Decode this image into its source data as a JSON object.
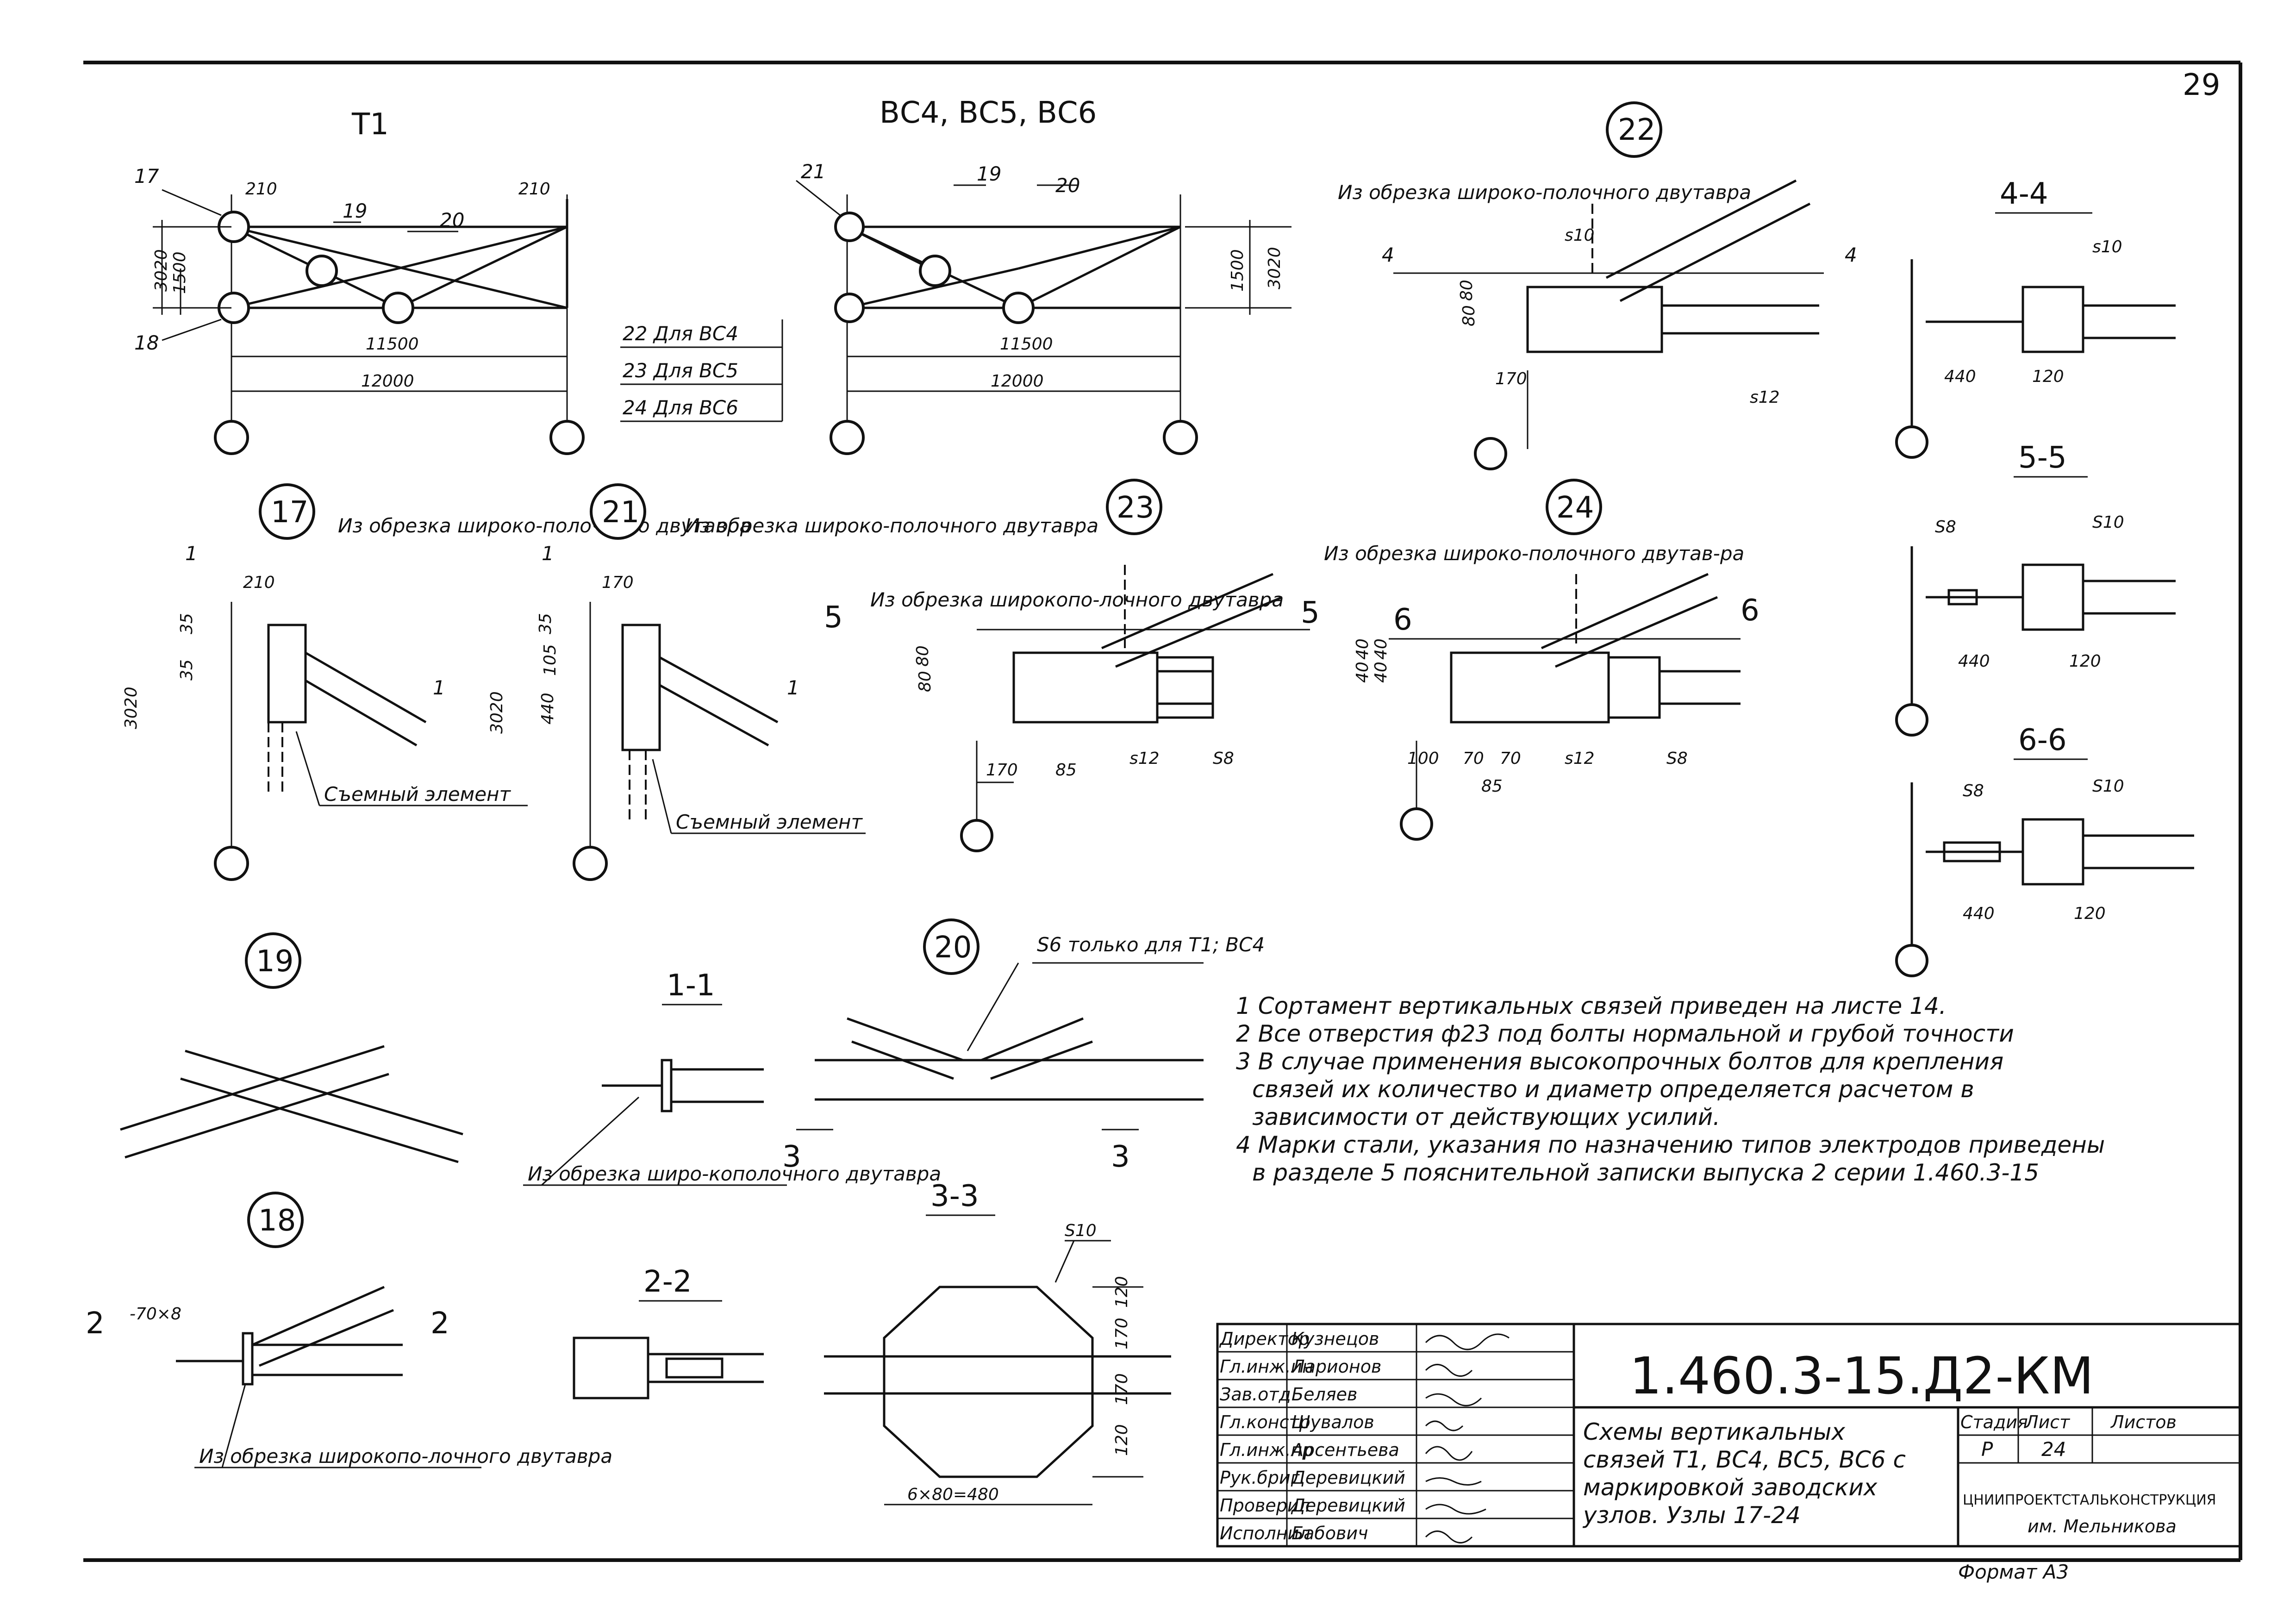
{
  "sheet_corner_number": "29",
  "schemes": {
    "t1": {
      "title": "Т1",
      "callouts": [
        "17",
        "18",
        "19",
        "20"
      ],
      "dims": {
        "left_top": "210",
        "right_top": "210",
        "height": "3020",
        "half": "1500",
        "inner": "11500",
        "total": "12000"
      }
    },
    "vc": {
      "title": "ВС4, ВС5, ВС6",
      "callouts": [
        "21",
        "19",
        "20"
      ],
      "dims": {
        "height": "3020",
        "half": "1500",
        "inner": "11500",
        "total": "12000"
      },
      "legend": [
        "22 Для ВС4",
        "23 Для ВС5",
        "24 Для ВС6"
      ]
    }
  },
  "nodes": {
    "n22": {
      "num": "22",
      "label": "Из обрезка широко-полочного двутавра",
      "dims": [
        "s10",
        "80",
        "80",
        "170"
      ],
      "sec": "4",
      "weld": "s12"
    },
    "n17": {
      "num": "17",
      "label": "Из обрезка широко-полочного двутавра",
      "dims": [
        "210",
        "35",
        "35",
        "3020"
      ],
      "sec": "1",
      "removable": "Съемный элемент"
    },
    "n21": {
      "num": "21",
      "label": "Из обрезка широко-полочного двутавра",
      "dims": [
        "170",
        "35",
        "105",
        "440",
        "3020"
      ],
      "sec": "1",
      "removable": "Съемный элемент"
    },
    "n23": {
      "num": "23",
      "label": "Из обрезка широкопо-лочного двутавра",
      "dims": [
        "80",
        "80",
        "170",
        "85"
      ],
      "sec": "5",
      "welds": [
        "s12",
        "S8"
      ]
    },
    "n24": {
      "num": "24",
      "label": "Из обрезка широко-полочного двутав-ра",
      "dims": [
        "40",
        "40",
        "40",
        "40",
        "100",
        "70",
        "70",
        "85"
      ],
      "sec": "6",
      "welds": [
        "s12",
        "S8"
      ]
    },
    "n19": {
      "num": "19"
    },
    "n20": {
      "num": "20",
      "label": "S6 только для Т1; ВС4",
      "sec": "3"
    },
    "n18": {
      "num": "18",
      "label": "Из обрезка широкопо-лочного двутавра",
      "plate": "-70×8",
      "sec": "2"
    }
  },
  "sections": {
    "s44": {
      "title": "4-4",
      "weld": "s10",
      "dims": [
        "440",
        "120"
      ]
    },
    "s55": {
      "title": "5-5",
      "welds": [
        "S8",
        "S10"
      ],
      "dims": [
        "440",
        "120"
      ]
    },
    "s66": {
      "title": "6-6",
      "welds": [
        "S8",
        "S10"
      ],
      "dims": [
        "440",
        "120"
      ]
    },
    "s11": {
      "title": "1-1",
      "label": "Из обрезка широ-кополочного двутавра"
    },
    "s22": {
      "title": "2-2"
    },
    "s33": {
      "title": "3-3",
      "weld": "S10",
      "dims": [
        "120",
        "170",
        "170",
        "120"
      ],
      "bottom": "6×80=480"
    }
  },
  "notes": [
    "1 Сортамент вертикальных связей приведен на листе 14.",
    "2 Все отверстия ф23 под болты нормальной и грубой точности",
    "3 В случае применения высокопрочных болтов для крепления",
    "связей их количество и диаметр определяется расчетом в",
    "зависимости от действующих усилий.",
    "4 Марки стали, указания по назначению типов электродов приведены",
    "в разделе 5 пояснительной записки выпуска 2 серии 1.460.3-15"
  ],
  "title_block": {
    "code": "1.460.3-15.Д2-КМ",
    "roles": [
      {
        "role": "Директор",
        "name": "Кузнецов"
      },
      {
        "role": "Гл.инж.ин",
        "name": "Ларионов"
      },
      {
        "role": "Зав.отд.",
        "name": "Беляев"
      },
      {
        "role": "Гл.констр",
        "name": "Шувалов"
      },
      {
        "role": "Гл.инж.пр",
        "name": "Арсентьева"
      },
      {
        "role": "Рук.бриг.",
        "name": "Деревицкий"
      },
      {
        "role": "Проверил",
        "name": "Деревицкий"
      },
      {
        "role": "Исполнил",
        "name": "Бабович"
      }
    ],
    "description": [
      "Схемы вертикальных",
      "связей Т1, ВС4, ВС5, ВС6 с",
      "маркировкой заводских",
      "узлов. Узлы 17-24"
    ],
    "stage_hdr": "Стадия",
    "sheet_hdr": "Лист",
    "sheets_hdr": "Листов",
    "stage": "Р",
    "sheet": "24",
    "org": "ЦНИИПРОЕКТСТАЛЬКОНСТРУКЦИЯ",
    "org2": "им. Мельникова",
    "format": "Формат А3"
  }
}
